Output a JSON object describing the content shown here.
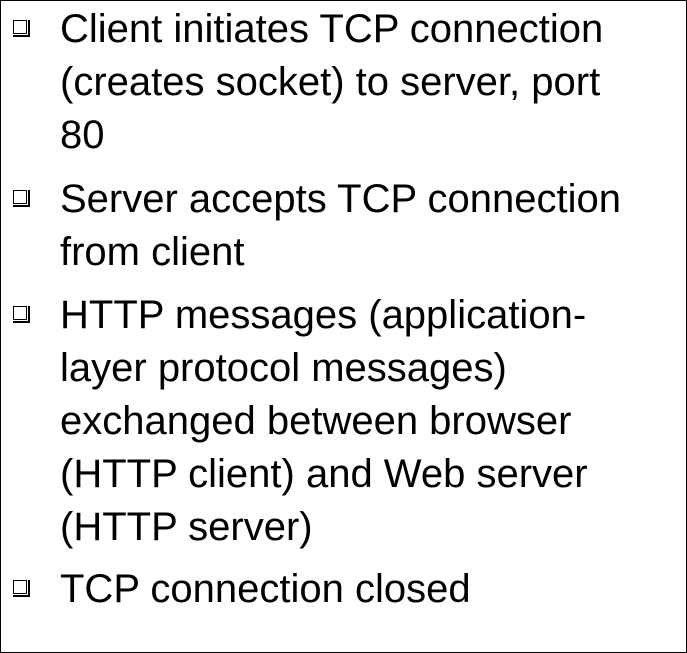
{
  "bullets": [
    {
      "lines": [
        "Client initiates TCP connection",
        "(creates socket) to server, port",
        "80"
      ]
    },
    {
      "lines": [
        "Server accepts TCP connection",
        "from client"
      ]
    },
    {
      "lines": [
        "HTTP messages (application-",
        "layer protocol messages)",
        "exchanged between browser",
        "(HTTP client) and Web server",
        "(HTTP server)"
      ]
    },
    {
      "lines": [
        "TCP connection closed"
      ]
    }
  ],
  "colors": {
    "text": "#000000",
    "background": "#ffffff",
    "border": "#000000"
  },
  "icons": {
    "bullet": "hollow-square-shadow-bullet"
  }
}
